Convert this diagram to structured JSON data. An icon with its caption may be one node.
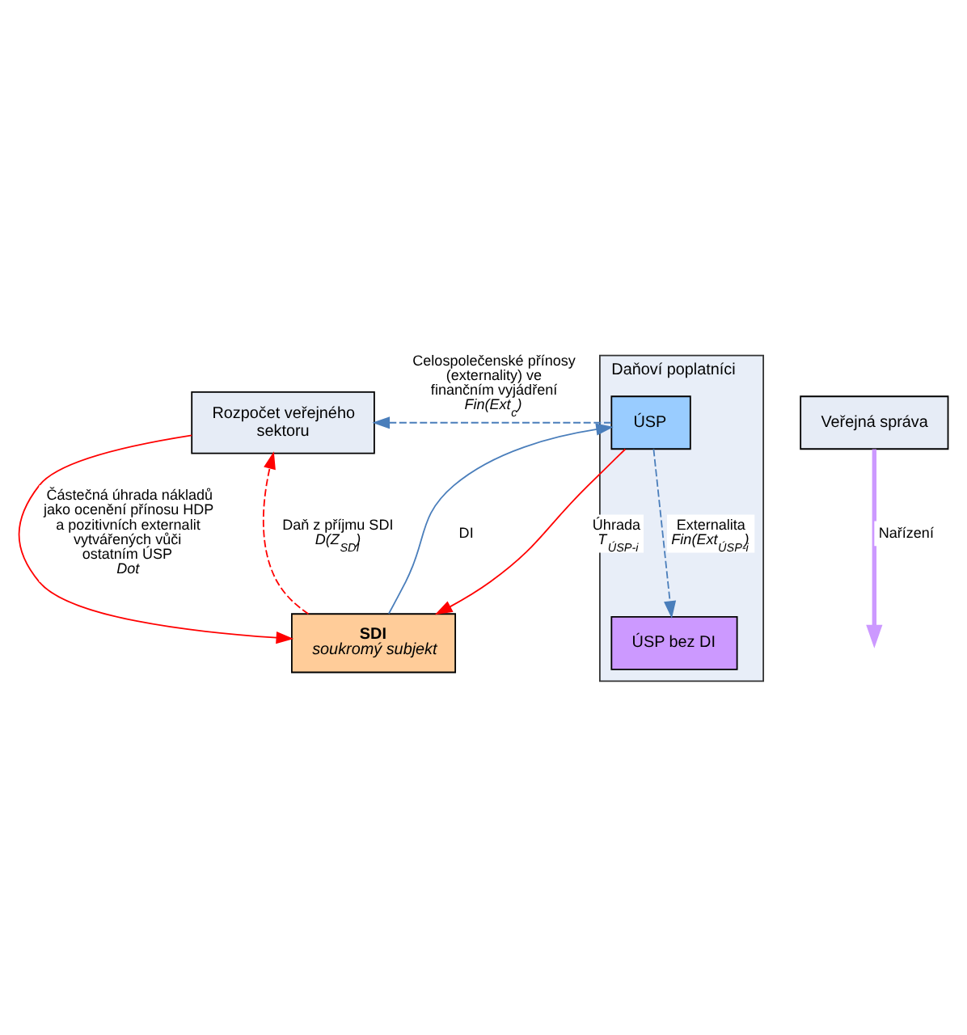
{
  "diagram": {
    "nodes": [
      {
        "text": [
          "Rozpočet veřejného sektoru"
        ]
      },
      {
        "text": [
          "Veřejná správa"
        ]
      },
      {
        "text": [
          "SDI",
          "soukromý subjekt"
        ]
      },
      {
        "text": [
          "Daňoví poplatníci"
        ]
      },
      {
        "text": [
          "ÚSP bez DI"
        ],
        "in": 3
      },
      {
        "text": [
          "ÚSP"
        ],
        "in": 3
      }
    ],
    "edges": [
      {
        "from": 0,
        "to": 2,
        "arrow": "to",
        "color": "#ff0000",
        "label": "Částečná úhrada nákladů jako ocenění přínosu HDP a pozitivních externalit vytvářených vůči ostatním ÚSP *Dot*"
      },
      {
        "from": 1,
        "to": null,
        "arrow": "to",
        "style": "thick",
        "color": "#cc99ff",
        "label": "Nařízení"
      },
      {
        "from": 2,
        "to": 0,
        "arrow": "to",
        "style": "dashed",
        "color": "#ff0000",
        "label": "Daň z příjmu SDI *D(Z$_{SDI}$)*"
      },
      {
        "from": 5,
        "to": 2,
        "arrow": "to",
        "color": "#ff0000",
        "label": "Úhrada *T$_{ÚSP-i}$*"
      },
      {
        "from": 2,
        "to": 5,
        "arrow": "to",
        "color": "#4a7ebb",
        "label": "DI"
      },
      {
        "from": 5,
        "to": 0,
        "arrow": "to",
        "style": "dashed",
        "color": "#4a7ebb",
        "label": "Celospolečenské přínosy (externality) ve finančním vyjádření *Fin(Ext$_{c}$)*"
      },
      {
        "from": 5,
        "to": 4,
        "arrow": "to",
        "style": "dashed",
        "color": "#4a7ebb",
        "label": "Externalita *Fin(Ext$_{ÚSP-i}$)*"
      }
    ]
  }
}
